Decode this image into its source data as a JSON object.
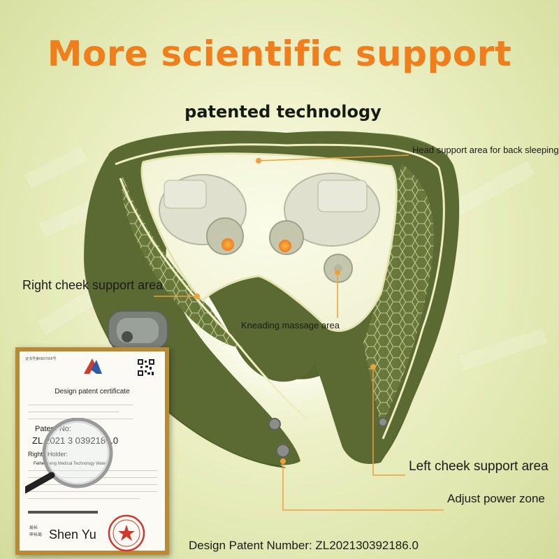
{
  "headline": "More scientific support",
  "subheadline": "patented technology",
  "labels": {
    "head": "Head support area for back sleeping",
    "right_cheek": "Right cheek support area",
    "kneading": "Kneading massage area",
    "left_cheek": "Left cheek support area",
    "power": "Adjust power zone",
    "patent_number": "Design Patent Number: ZL202130392186.0"
  },
  "certificate": {
    "cert_no": "证书号第6807995号",
    "title": "Design patent certificate",
    "patent_label": "Patent No:",
    "patent_value": "ZL 2021 3 0392186.0",
    "holder_label": "Rights Holder:",
    "holder_value": "Feihe zheng Medical Technology Water",
    "signature": "Shen Yu",
    "role1": "局长",
    "role2": "申长局"
  },
  "colors": {
    "headline": "#f07e1c",
    "pillow": "#5d6b34",
    "piping": "#efeec0",
    "callout": "#f0a03a",
    "frame": "#b98a35"
  }
}
